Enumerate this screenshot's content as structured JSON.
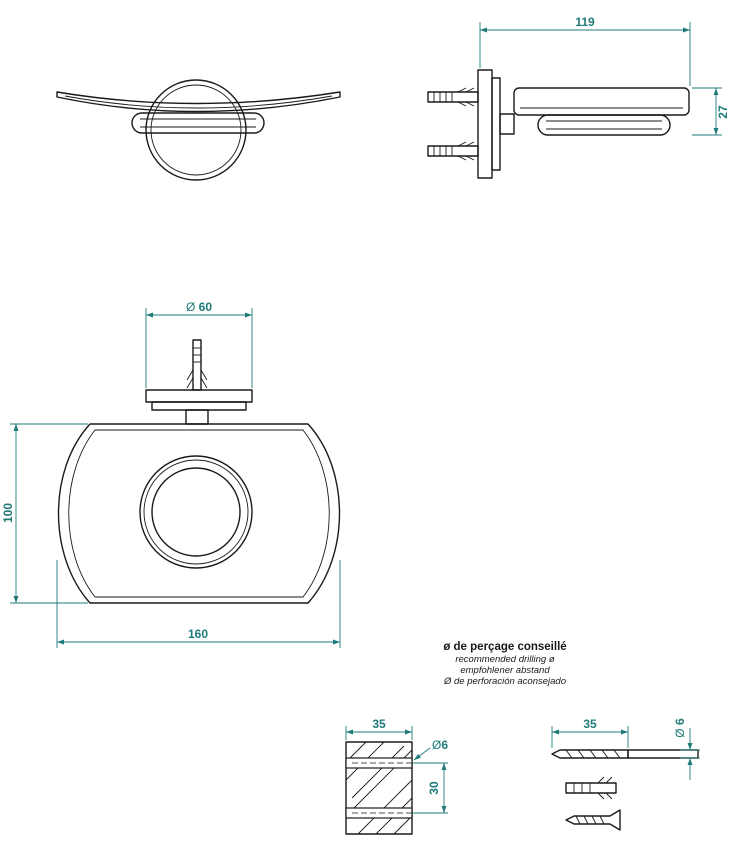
{
  "dimensions": {
    "depth": "119",
    "height": "27",
    "flange_diameter": "60",
    "dish_height": "100",
    "dish_width": "160",
    "hole_depth": "35",
    "hole_diameter": "6",
    "hole_spacing": "30",
    "drill_depth": "35",
    "drill_diameter": "6"
  },
  "drilling_note": {
    "title": "ø de perçage conseillé",
    "en": "recommended drilling ø",
    "de": "empfohlener abstand",
    "es": "Ø de perforación aconsejado"
  },
  "colors": {
    "dimension": "#1f7a7a",
    "line": "#1a1a1a"
  }
}
